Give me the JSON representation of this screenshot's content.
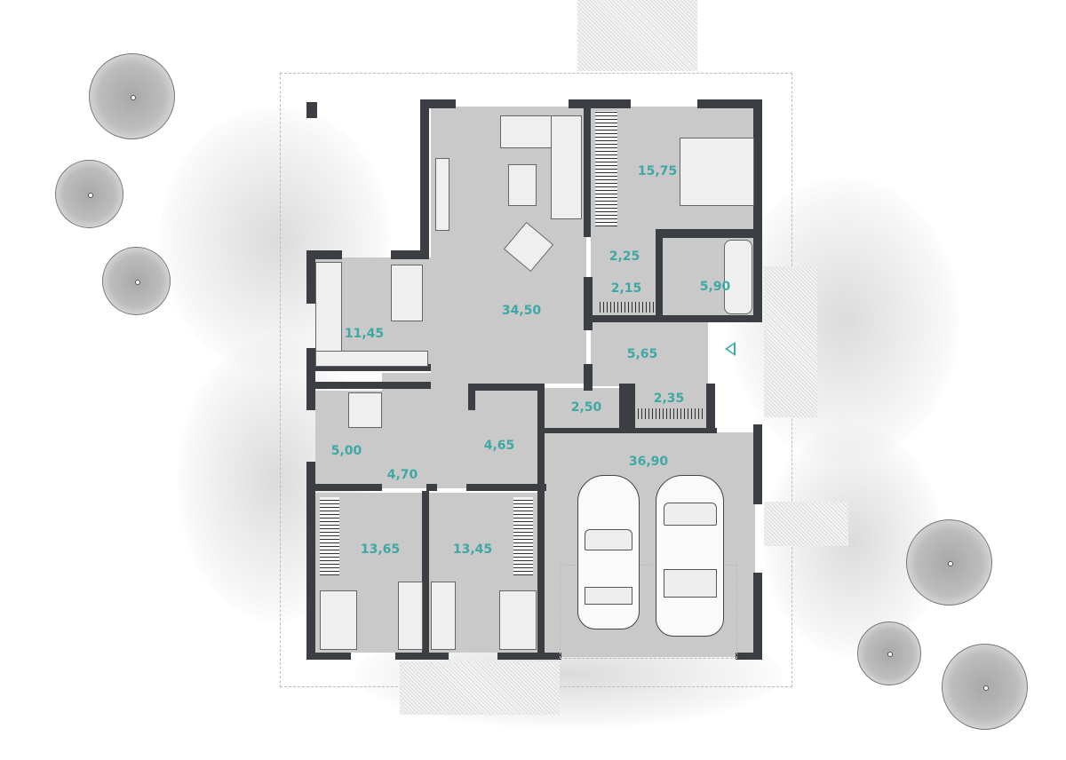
{
  "plan": {
    "accent_color": "#3ea8a4",
    "floor_color": "#c9c9c9",
    "wall_color": "#3b3e43",
    "entrance_icon": "triangle-entrance-icon",
    "rooms": {
      "living": "34,50",
      "kitchen": "11,45",
      "bedroom_master": "15,75",
      "hall_upper": "2,25",
      "closet_upper": "2,15",
      "bathroom_master": "5,90",
      "entry_hall": "5,65",
      "wardrobe_entry": "2,35",
      "wc": "2,50",
      "garage": "36,90",
      "bathroom": "5,00",
      "hall_lower": "4,70",
      "utility": "4,65",
      "bedroom_left": "13,65",
      "bedroom_right": "13,45"
    }
  }
}
